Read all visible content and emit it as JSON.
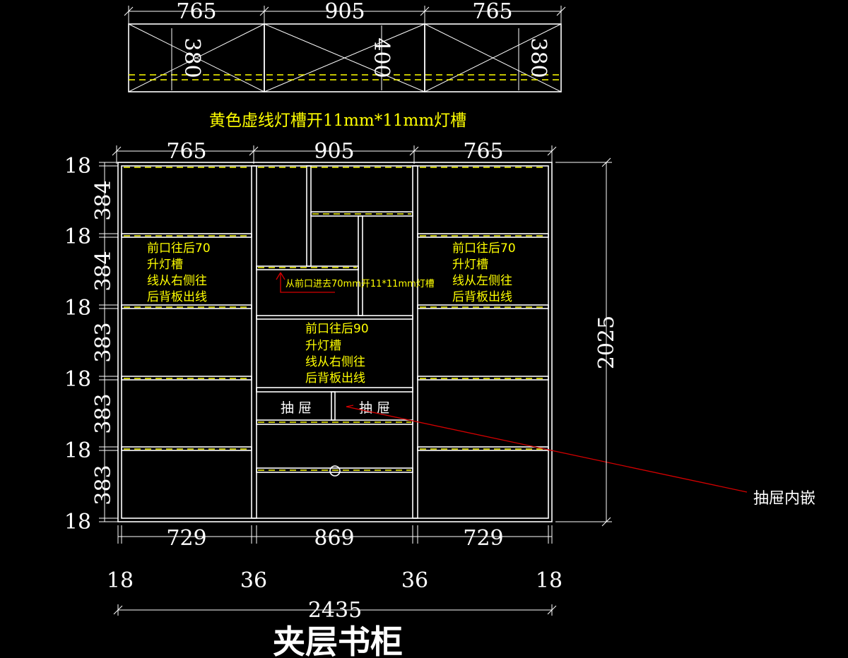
{
  "top_view": {
    "dims": [
      "765",
      "905",
      "765"
    ],
    "depths": [
      "380",
      "400",
      "380"
    ],
    "note": "黄色虚线灯槽开11mm*11mm灯槽"
  },
  "front_view": {
    "top_dims": [
      "765",
      "905",
      "765"
    ],
    "bottom_dims": [
      "729",
      "869",
      "729"
    ],
    "thickness_dims": [
      "18",
      "36",
      "36",
      "18"
    ],
    "total_width": "2435",
    "total_height": "2025",
    "left_thickness": [
      "18",
      "18",
      "18",
      "18",
      "18",
      "18"
    ],
    "left_spacing": [
      "384",
      "384",
      "383",
      "383",
      "383"
    ],
    "left_note": [
      "前口往后70",
      "升灯槽",
      "线从右侧往",
      "后背板出线"
    ],
    "right_note": [
      "前口往后70",
      "升灯槽",
      "线从左侧往",
      "后背板出线"
    ],
    "center_note": [
      "前口往后90",
      "升灯槽",
      "线从右侧往",
      "后背板出线"
    ],
    "center_arrow_note": "从前口进去70mm开11*11mm灯槽",
    "drawer_labels": [
      "抽 屉",
      "抽 屉"
    ],
    "drawer_callout": "抽屉内嵌"
  },
  "title": "夹层书柜",
  "colors": {
    "line": "#ffffff",
    "light_slot": "#ffff00",
    "leader": "#d40000"
  }
}
